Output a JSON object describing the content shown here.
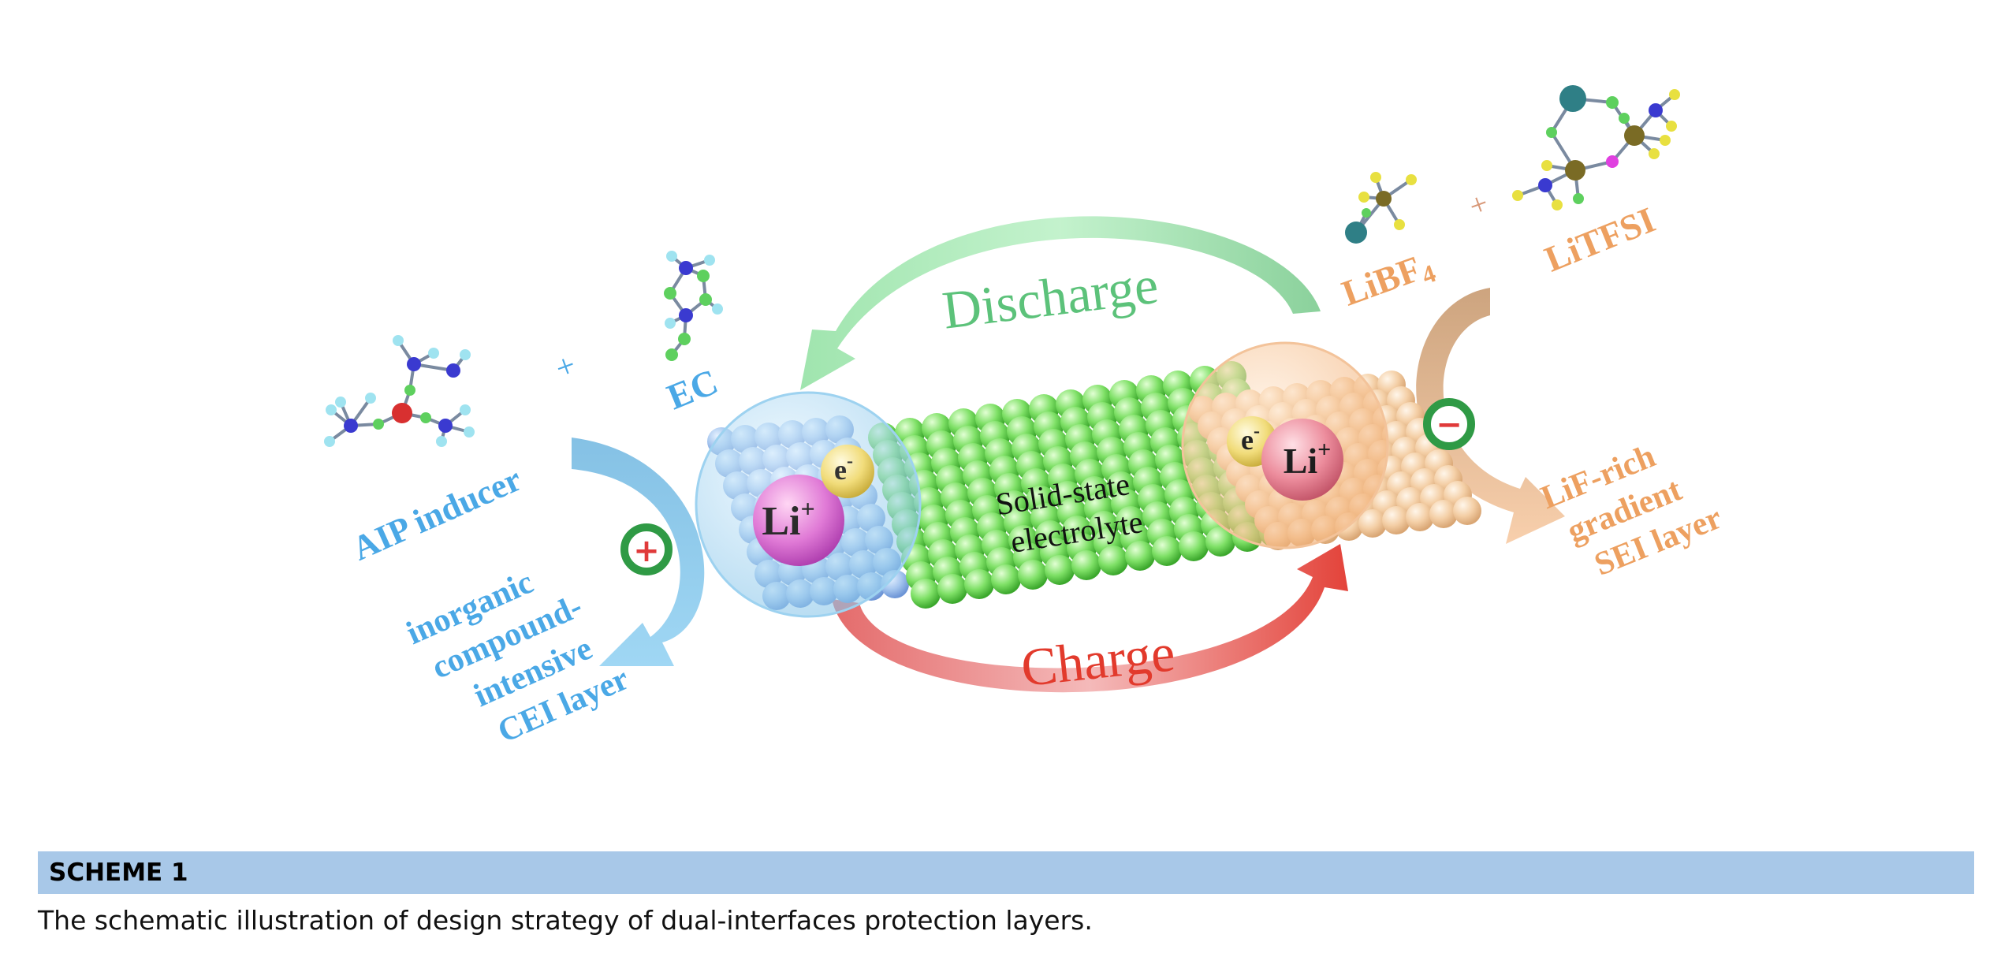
{
  "diagram": {
    "labels": {
      "discharge": "Discharge",
      "charge": "Charge",
      "electrolyte_line1": "Solid-state",
      "electrolyte_line2": "electrolyte",
      "left_li": "Li",
      "left_li_sup": "+",
      "left_e": "e",
      "left_e_sup": "-",
      "right_li": "Li",
      "right_li_sup": "+",
      "right_e": "e",
      "right_e_sup": "-",
      "aip_inducer": "AIP inducer",
      "plus_left": "+",
      "ec": "EC",
      "cei_line1": "inorganic",
      "cei_line2": "compound-",
      "cei_line3": "intensive",
      "cei_line4": "CEI layer",
      "libf4": "LiBF",
      "libf4_sub": "4",
      "plus_right": "+",
      "litfsi": "LiTFSI",
      "sei_line1": "LiF-rich",
      "sei_line2": "gradient",
      "sei_line3": "SEI layer",
      "badge_plus": "+",
      "badge_minus": "−"
    },
    "colors": {
      "cathode_blue": "#4aa8e6",
      "anode_orange": "#eda060",
      "electrolyte_green": "#6bd45a",
      "discharge_green": "#5cc27a",
      "charge_red": "#e23a2c",
      "badge_green": "#2f9a45",
      "badge_red": "#e03a3a"
    }
  },
  "scheme": {
    "label": "SCHEME 1",
    "caption": "The schematic illustration of design strategy of dual-interfaces protection layers."
  }
}
